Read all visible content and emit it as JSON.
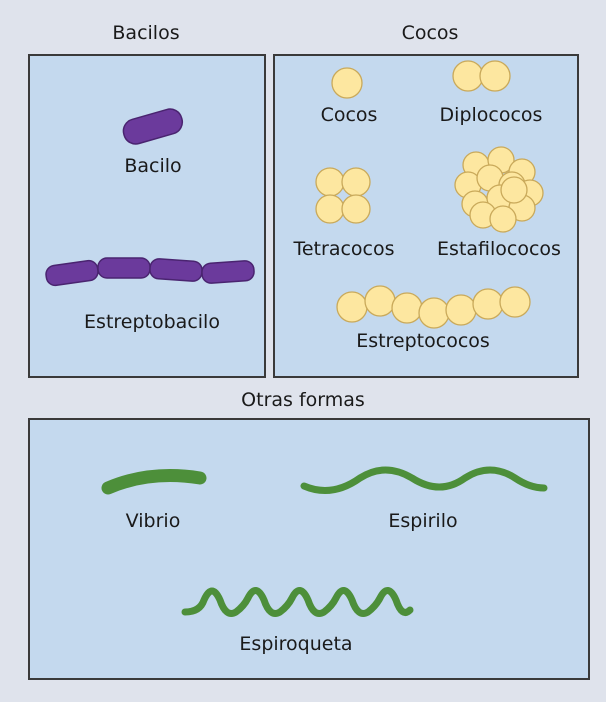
{
  "sections": {
    "bacilos": {
      "title": "Bacilos",
      "items": {
        "bacilo": "Bacilo",
        "estreptobacilo": "Estreptobacilo"
      }
    },
    "cocos": {
      "title": "Cocos",
      "items": {
        "cocos": "Cocos",
        "diplococos": "Diplococos",
        "tetracocos": "Tetracocos",
        "estafilococos": "Estafilococos",
        "estreptococos": "Estreptococos"
      }
    },
    "otras": {
      "title": "Otras formas",
      "items": {
        "vibrio": "Vibrio",
        "espirilo": "Espirilo",
        "espiroqueta": "Espiroqueta"
      }
    }
  },
  "colors": {
    "background": "#dfe3ec",
    "panel": "#c4d9ee",
    "border": "#3a3a3a",
    "bacillus": "#6b3a9c",
    "coccus_fill": "#fde7a0",
    "coccus_stroke": "#c9a95a",
    "spiral": "#4d8f3a"
  }
}
